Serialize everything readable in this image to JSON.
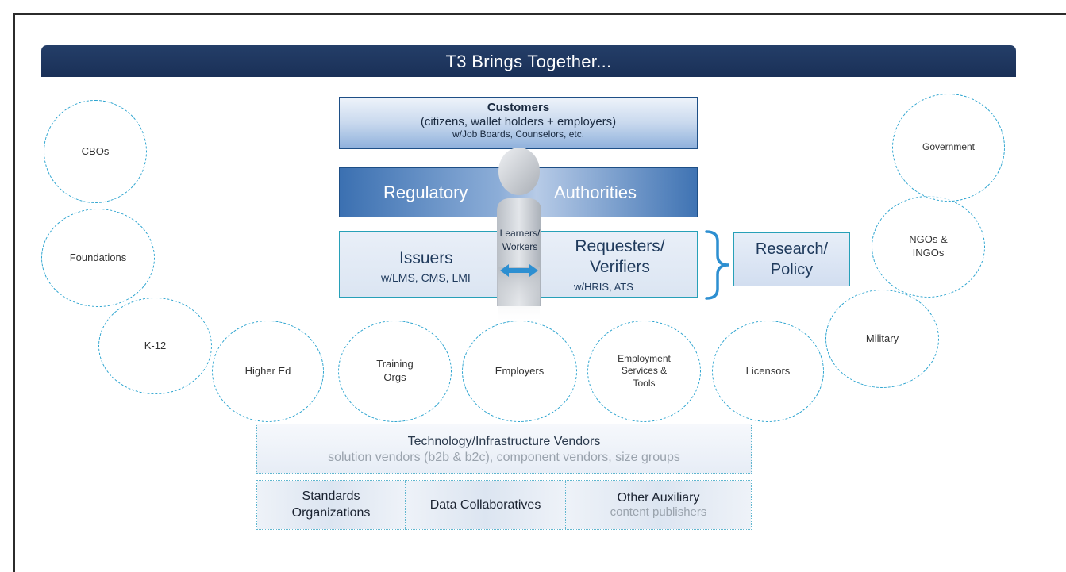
{
  "banner": {
    "title": "T3 Brings Together..."
  },
  "customers": {
    "title": "Customers",
    "line2": "(citizens, wallet holders + employers)",
    "line3": "w/Job Boards, Counselors, etc."
  },
  "regulatory": {
    "left": "Regulatory",
    "right": "Authorities"
  },
  "issuers": {
    "title": "Issuers",
    "sub": "w/LMS, CMS, LMI"
  },
  "requesters": {
    "title_line1": "Requesters/",
    "title_line2": "Verifiers",
    "sub": "w/HRIS, ATS"
  },
  "learners": {
    "line1": "Learners/",
    "line2": "Workers"
  },
  "research": {
    "line1": "Research/",
    "line2": "Policy"
  },
  "circles": {
    "cbos": "CBOs",
    "foundations": "Foundations",
    "k12": "K-12",
    "higher_ed": "Higher Ed",
    "training_orgs": "Training Orgs",
    "employers": "Employers",
    "employment_services": "Employment Services & Tools",
    "licensors": "Licensors",
    "military": "Military",
    "ngos": "NGOs & INGOs",
    "government": "Government"
  },
  "vendors": {
    "title": "Technology/Infrastructure Vendors",
    "sub": "solution vendors (b2b & b2c), component vendors, size groups"
  },
  "bottom": {
    "standards": "Standards Organizations",
    "data_collab": "Data Collaboratives",
    "other_title": "Other Auxiliary",
    "other_sub": "content publishers"
  },
  "colors": {
    "banner": "#1f3a63",
    "circle_border": "#2aa3cf",
    "teal_border": "#27a0b8",
    "dark_border": "#1e4f86"
  }
}
